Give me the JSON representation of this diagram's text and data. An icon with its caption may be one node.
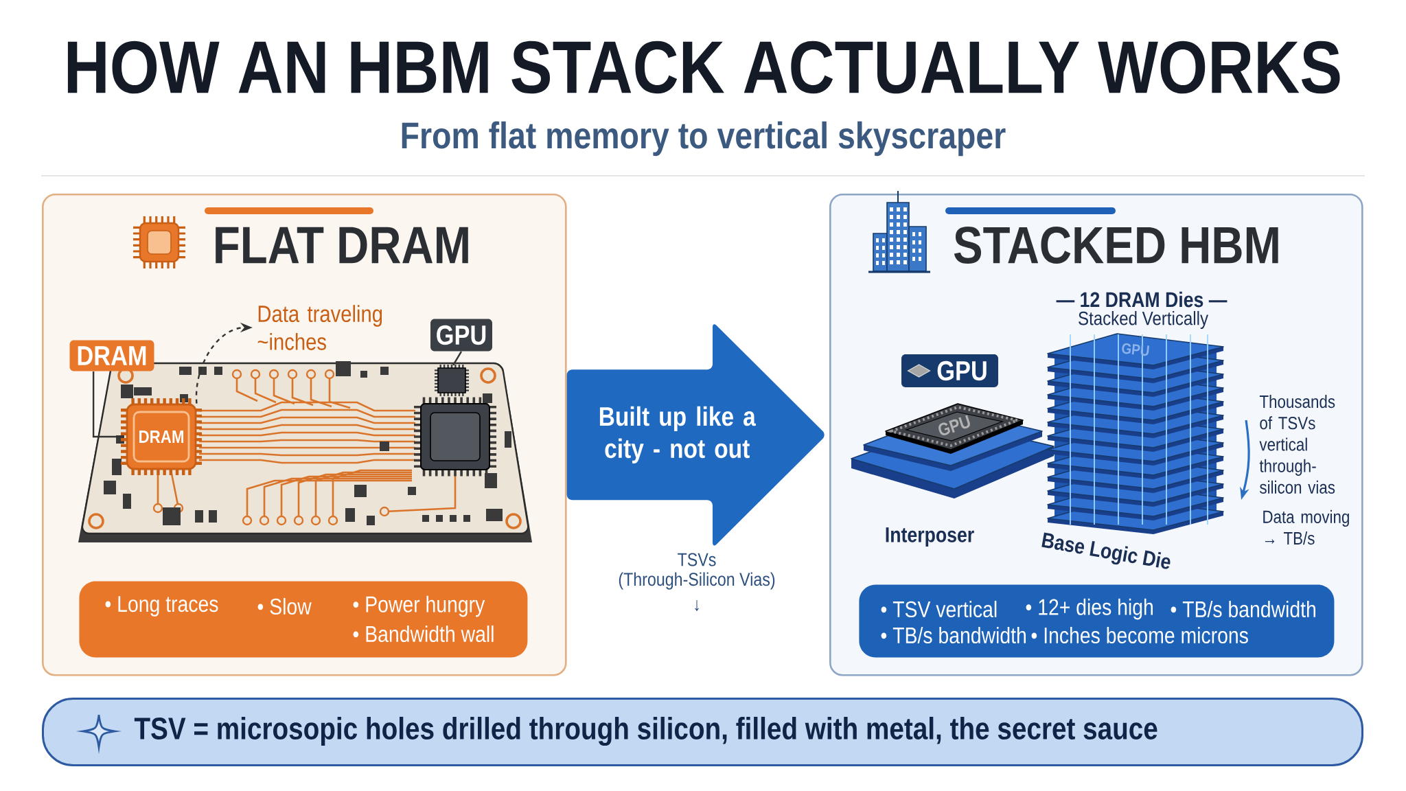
{
  "diagram": {
    "title": "HOW AN HBM STACK ACTUALLY WORKS",
    "nodes": [
      {
        "text": [
          "FLAT DRAM"
        ]
      },
      {
        "text": [
          "DRAM"
        ],
        "in": 0
      },
      {
        "text": [
          "GPU"
        ],
        "in": 0
      },
      {
        "text": [
          "DRAM"
        ],
        "in": 0
      },
      {
        "text": [],
        "shape": "box",
        "in": 0
      },
      {
        "text": [
          "Data traveling ~inches"
        ],
        "in": 0
      },
      {
        "text": [
          "• Long traces",
          "• Slow",
          "• Power hungry",
          "• Bandwidth wall"
        ],
        "in": 0
      },
      {
        "text": [
          "STACKED HBM"
        ]
      },
      {
        "text": [
          "GPU"
        ],
        "in": 7
      },
      {
        "text": [
          "GPU"
        ],
        "in": 7
      },
      {
        "text": [
          "GPU"
        ],
        "in": 7
      },
      {
        "text": [
          "• TSV vertical",
          "• 12+ dies high",
          "• TB/s bandwidth",
          "• TB/s bandwidth",
          "• Inches become microns"
        ],
        "in": 7
      },
      {
        "text": [
          "TSV = microsopic holes drilled through silicon, filled with metal, the secret sauce"
        ]
      }
    ],
    "edges": [
      {
        "from": 1,
        "to": 3,
        "arrow": "none"
      },
      {
        "from": 2,
        "to": 4,
        "arrow": "none"
      },
      {
        "from": 3,
        "to": 5,
        "arrow": "to",
        "style": "dashed"
      },
      {
        "from": 0,
        "to": 7,
        "arrow": "to",
        "label": "Built up like a city - not out",
        "style": "thick",
        "color": "#1f6ac0"
      }
    ],
    "labels": [
      "From flat memory to vertical skyscraper",
      "TSVs",
      "(Through-Silicon Vias)",
      "↓",
      "— 12 DRAM Dies —",
      "Stacked Vertically",
      "Interposer",
      "Base Logic Die",
      "Thousands of TSVs vertical through-silicon vias",
      "Data moving → TB/s"
    ]
  }
}
